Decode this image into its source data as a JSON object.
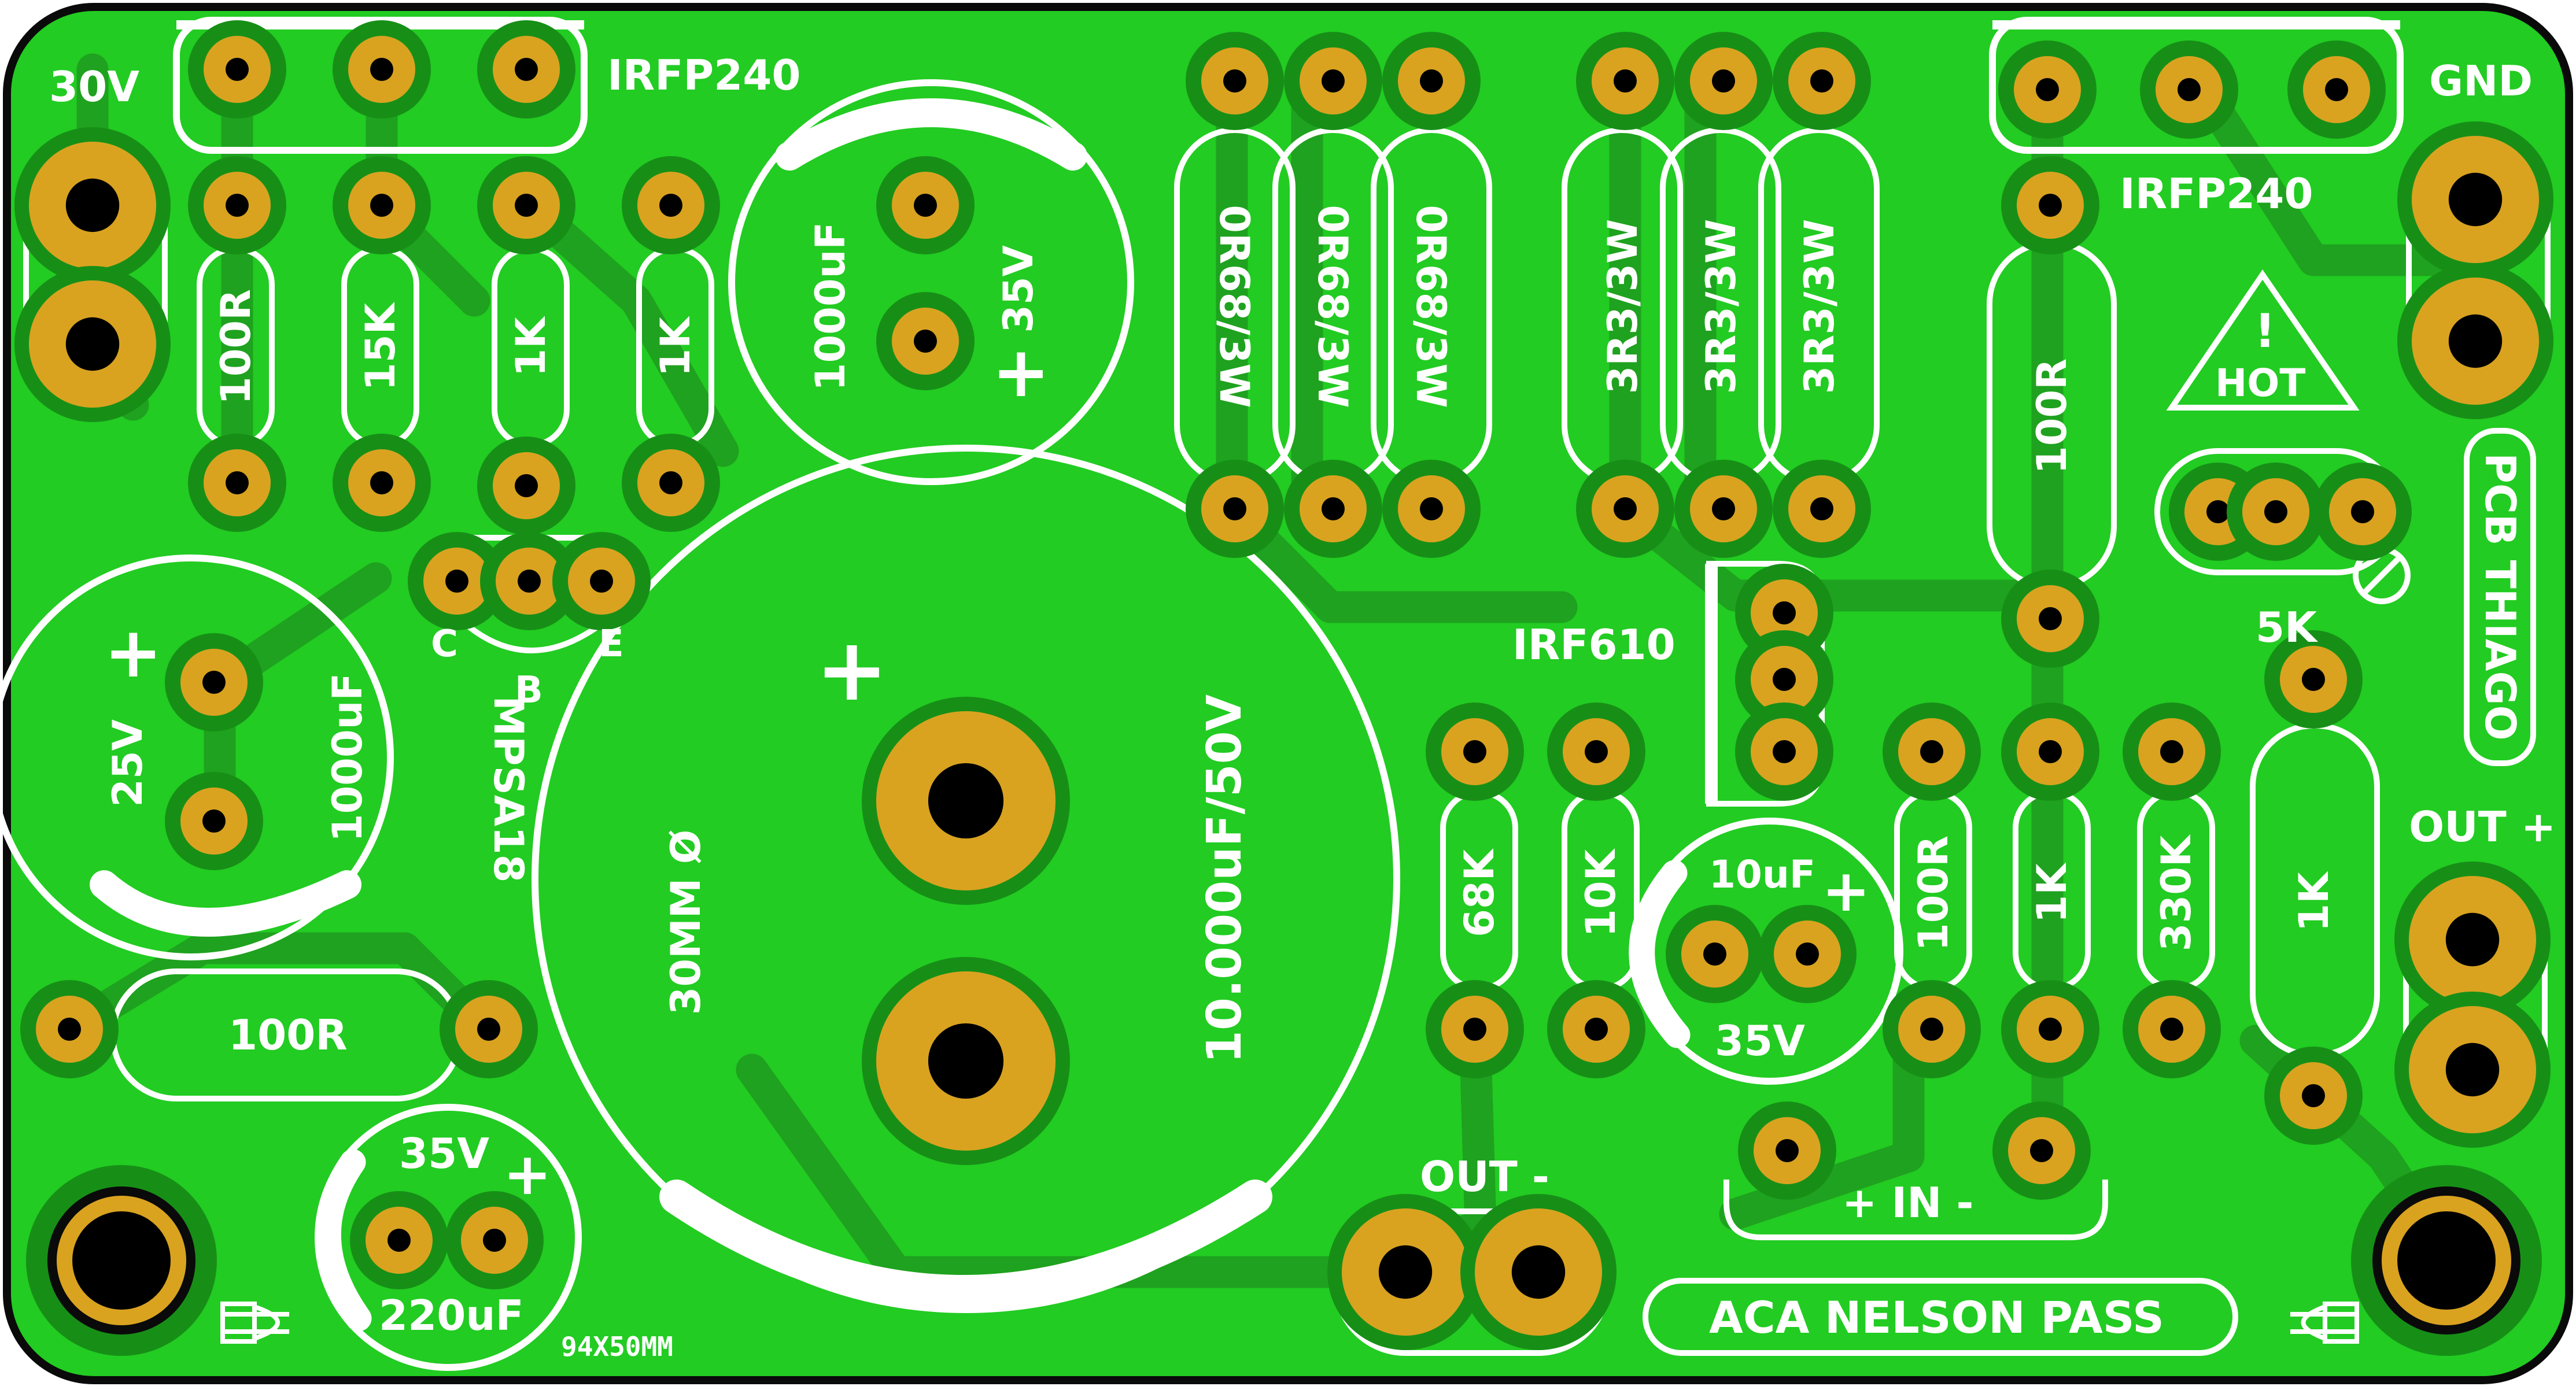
{
  "colors": {
    "board": "#22cc22",
    "trace": "#1fa21f",
    "pad": "#d9a320",
    "pad_ring": "#178f17",
    "silk": "#ffffff",
    "outline": "#0a0a0a"
  },
  "labels": {
    "v30": "30V",
    "irfp_left": "IRFP240",
    "irfp_right": "IRFP240",
    "gnd": "GND",
    "r100_a": "100R",
    "r15k": "15K",
    "r1k_a": "1K",
    "r1k_b": "1K",
    "cap1000_top": "1000uF",
    "v35_top": "35V",
    "plus": "+",
    "r068_1": "0R68/3W",
    "r068_2": "0R68/3W",
    "r068_3": "0R68/3W",
    "r3r3_1": "3R3/3W",
    "r3r3_2": "3R3/3W",
    "r3r3_3": "3R3/3W",
    "r100_right": "100R",
    "hot": "HOT",
    "hot_mark": "!",
    "pcb_credit": "PCB  THIAGO",
    "k5": "5K",
    "c_pin": "C",
    "b_pin": "B",
    "e_pin": "E",
    "mpsa18": "MPSA18",
    "v25": "25V",
    "cap1000_left": "1000uF",
    "irf610": "IRF610",
    "dia30": "30MM  Ø",
    "cap10000": "10.000uF/50V",
    "r68k": "68K",
    "r10k": "10K",
    "c10uf": "10uF",
    "v35_mid": "35V",
    "r100_mid": "100R",
    "r1k_c": "1K",
    "r330k": "330K",
    "r1k_d": "1K",
    "out_plus": "OUT +",
    "r100_bottom": "100R",
    "v35_bottom": "35V",
    "c220": "220uF",
    "size": "94X50MM",
    "out_minus": "OUT -",
    "in_label": "+  IN  -",
    "title": "ACA NELSON PASS"
  }
}
